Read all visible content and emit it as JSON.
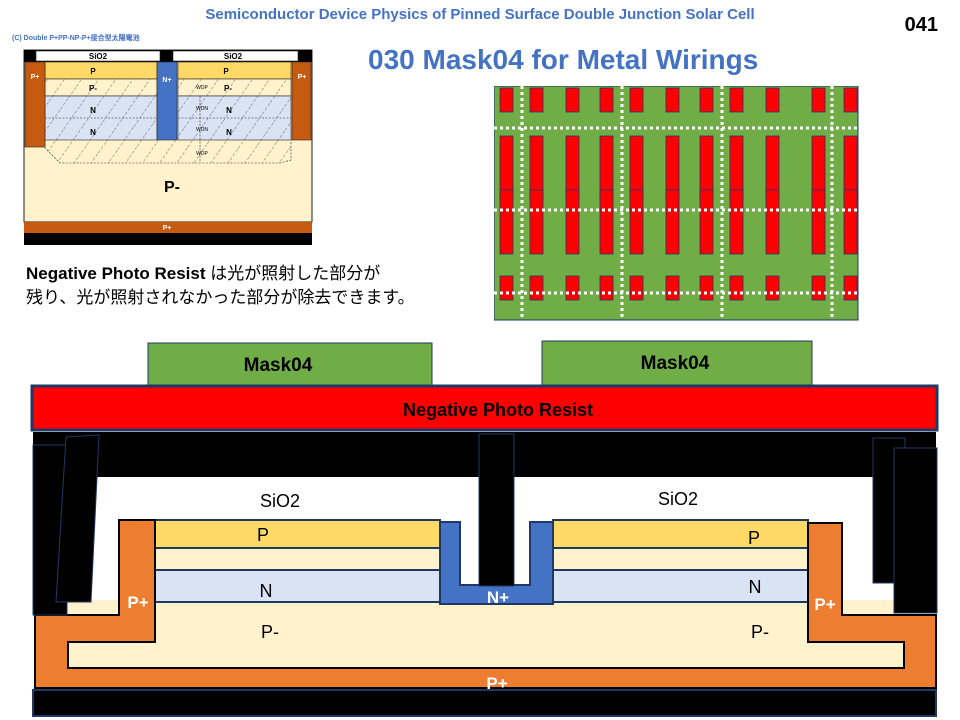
{
  "header": {
    "course_title": "Semiconductor Device Physics of Pinned Surface Double Junction Solar Cell",
    "page_number": "041"
  },
  "slide": {
    "title": "030  Mask04 for Metal Wirings"
  },
  "inset": {
    "caption": "(C)  Double P+PP-NP-P+接合型太陽電池",
    "labels": {
      "sio2_left": "SiO2",
      "sio2_right": "SiO2",
      "p_plus_left": "P+",
      "p_plus_right": "P+",
      "n_plus": "N+",
      "p_left": "P",
      "p_right": "P",
      "p_minus_left": "P-",
      "p_minus_right": "P-",
      "n_left_1": "N",
      "n_left_2": "N",
      "n_right_1": "N",
      "n_right_2": "N",
      "wdp_1": "WDP",
      "wdn_1": "WDN",
      "wdn_2": "WDN",
      "wdp_2": "WDP",
      "substrate": "P-",
      "bottom_p_plus": "P+"
    }
  },
  "note": {
    "lead": "Negative  Photo Resist",
    "line1_jp": " は光が照射した部分が",
    "line2_jp": "残り、光が照射されなかった部分が除去できます。"
  },
  "mask_pattern": {
    "background_color": "#70ad47",
    "rect_color": "#ff0000",
    "rows": 4,
    "columns": 11
  },
  "cross_section": {
    "mask_left": "Mask04",
    "mask_right": "Mask04",
    "resist": "Negative  Photo Resist",
    "sio2_left": "SiO2",
    "sio2_right": "SiO2",
    "p_left": "P",
    "p_right": "P",
    "n_left": "N",
    "n_right": "N",
    "p_minus_left": "P-",
    "p_minus_right": "P-",
    "p_plus_left": "P+",
    "p_plus_right": "P+",
    "n_plus": "N+",
    "p_plus_bottom": "P+"
  },
  "colors": {
    "title_blue": "#4472c4",
    "mask_green": "#70ad47",
    "resist_red": "#ff0000",
    "p_yellow": "#ffd966",
    "p_minus_cream": "#fff2cc",
    "n_blue": "#dae3f3",
    "n_plus_blue": "#4472c4",
    "p_plus_orange": "#ed7d31",
    "metal_black": "#000000"
  }
}
